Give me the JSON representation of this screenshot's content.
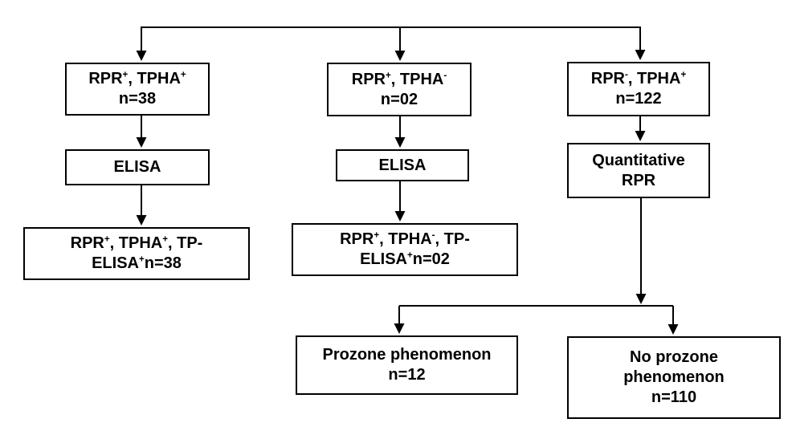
{
  "colors": {
    "page_bg": "#ffffff",
    "box_bg": "#ffffff",
    "box_border": "#000000",
    "line": "#000000",
    "text": "#000000"
  },
  "flowchart": {
    "boxes": {
      "top_left": {
        "lines": [
          [
            {
              "t": "RPR"
            },
            {
              "t": "+",
              "sup": true
            },
            {
              "t": ", TPHA"
            },
            {
              "t": "+",
              "sup": true
            }
          ],
          [
            {
              "t": "n=38"
            }
          ]
        ]
      },
      "top_middle": {
        "lines": [
          [
            {
              "t": "RPR"
            },
            {
              "t": "+",
              "sup": true
            },
            {
              "t": ", TPHA"
            },
            {
              "t": "-",
              "sup": true
            }
          ],
          [
            {
              "t": "n=02"
            }
          ]
        ]
      },
      "top_right": {
        "lines": [
          [
            {
              "t": "RPR"
            },
            {
              "t": "-",
              "sup": true
            },
            {
              "t": ", TPHA"
            },
            {
              "t": "+",
              "sup": true
            }
          ],
          [
            {
              "t": "n=122"
            }
          ]
        ]
      },
      "elisa_left": {
        "lines": [
          [
            {
              "t": "ELISA"
            }
          ]
        ]
      },
      "elisa_middle": {
        "lines": [
          [
            {
              "t": "ELISA"
            }
          ]
        ]
      },
      "quantitative_rpr": {
        "lines": [
          [
            {
              "t": "Quantitative"
            }
          ],
          [
            {
              "t": "RPR"
            }
          ]
        ]
      },
      "result_left": {
        "lines": [
          [
            {
              "t": "RPR"
            },
            {
              "t": "+",
              "sup": true
            },
            {
              "t": ", TPHA"
            },
            {
              "t": "+",
              "sup": true
            },
            {
              "t": ", TP-"
            }
          ],
          [
            {
              "t": "ELISA"
            },
            {
              "t": "+",
              "sup": true
            },
            {
              "t": "n=38"
            }
          ]
        ]
      },
      "result_middle": {
        "lines": [
          [
            {
              "t": "RPR"
            },
            {
              "t": "+",
              "sup": true
            },
            {
              "t": ", TPHA"
            },
            {
              "t": "-",
              "sup": true
            },
            {
              "t": ", TP-"
            }
          ],
          [
            {
              "t": "ELISA"
            },
            {
              "t": "+",
              "sup": true
            },
            {
              "t": "n=02"
            }
          ]
        ]
      },
      "prozone": {
        "lines": [
          [
            {
              "t": "Prozone phenomenon"
            }
          ],
          [
            {
              "t": "n=12"
            }
          ]
        ]
      },
      "no_prozone": {
        "lines": [
          [
            {
              "t": "No prozone"
            }
          ],
          [
            {
              "t": "phenomenon"
            }
          ],
          [
            {
              "t": "n=110"
            }
          ]
        ]
      }
    }
  }
}
